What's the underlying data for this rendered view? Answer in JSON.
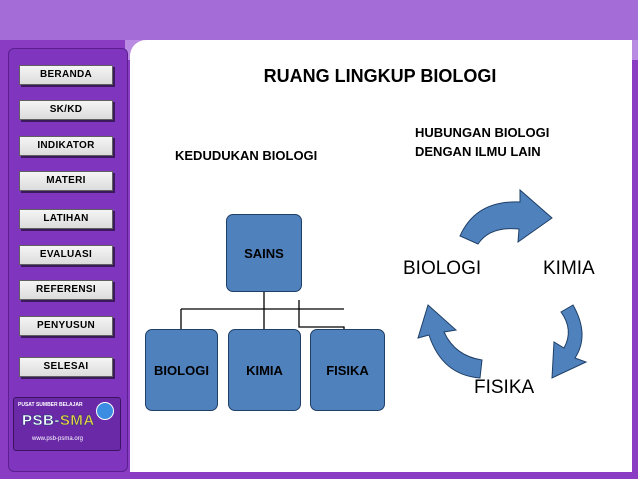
{
  "nav": [
    {
      "label": "BERANDA"
    },
    {
      "label": "SK/KD"
    },
    {
      "label": "INDIKATOR"
    },
    {
      "label": "MATERI"
    },
    {
      "label": "LATIHAN"
    },
    {
      "label": "EVALUASI"
    },
    {
      "label": "REFERENSI"
    },
    {
      "label": "PENYUSUN"
    },
    {
      "label": "SELESAI"
    }
  ],
  "logo": {
    "top_text": "PUSAT SUMBER BELAJAR",
    "name_part1": "PSB-",
    "name_part2": "SMA",
    "url": "www.psb-psma.org"
  },
  "main": {
    "title": "RUANG LINGKUP BIOLOGI",
    "left_heading": "KEDUDUKAN BIOLOGI",
    "right_heading_line1": "HUBUNGAN BIOLOGI",
    "right_heading_line2": "DENGAN ILMU LAIN"
  },
  "hierarchy": {
    "root": "SAINS",
    "children": [
      "BIOLOGI",
      "KIMIA",
      "FISIKA"
    ]
  },
  "cycle": {
    "labels": [
      "BIOLOGI",
      "KIMIA",
      "FISIKA"
    ]
  },
  "colors": {
    "frame": "#8a3cc2",
    "box_fill": "#4f81bd",
    "arrow_fill": "#4f81bd"
  }
}
